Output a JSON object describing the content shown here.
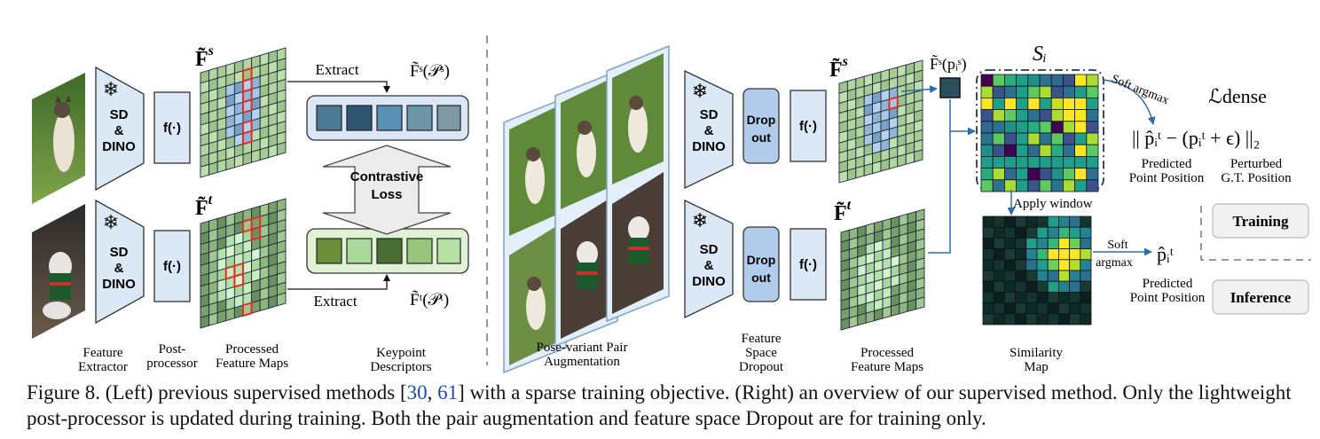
{
  "left": {
    "module_sd_dino": [
      "SD",
      "&",
      "DINO"
    ],
    "module_post": "f(·)",
    "feat_s": "F̃",
    "feat_s_sup": "s",
    "feat_t": "F̃",
    "feat_t_sup": "t",
    "extract_top": "Extract",
    "extract_bottom": "Extract",
    "desc_s": "F̃ˢ(𝒫ˢ)",
    "desc_t": "F̃ᵗ(𝒫ᵗ)",
    "contrastive": [
      "Contrastive",
      "Loss"
    ],
    "labels": {
      "feature_extractor": [
        "Feature",
        "Extractor"
      ],
      "post_processor": [
        "Post-",
        "processor"
      ],
      "processed_maps": [
        "Processed",
        "Feature Maps"
      ],
      "keypoint_desc": [
        "Keypoint",
        "Descriptors"
      ]
    }
  },
  "right": {
    "module_sd_dino": [
      "SD",
      "&",
      "DINO"
    ],
    "dropout": [
      "Drop",
      "out"
    ],
    "module_post": "f(·)",
    "feat_s": "F̃",
    "feat_s_sup": "s",
    "feat_t": "F̃",
    "feat_t_sup": "t",
    "point_feat": "F̃ˢ(pᵢˢ)",
    "si": "Sᵢ",
    "soft_argmax_top": "Soft argmax",
    "l_dense": "ℒdense",
    "formula": "|| p̂ᵢᵗ −  (pᵢᵗ + ϵ) ||₂",
    "predicted": [
      "Predicted",
      "Point Position"
    ],
    "perturbed": [
      "Perturbed",
      "G.T. Position"
    ],
    "apply_window": "Apply window",
    "soft_argmax_bottom": [
      "Soft",
      "argmax"
    ],
    "p_hat": "p̂ᵢᵗ",
    "predicted_bottom": [
      "Predicted",
      "Point Position"
    ],
    "training": "Training",
    "inference": "Inference",
    "labels": {
      "pose_variant": [
        "Pose-variant Pair",
        "Augmentation"
      ],
      "feature_dropout": [
        "Feature",
        "Space",
        "Dropout"
      ],
      "processed_maps": [
        "Processed",
        "Feature Maps"
      ],
      "similarity": [
        "Similarity",
        "Map"
      ]
    }
  },
  "caption": {
    "prefix": "Figure 8. (Left) previous supervised methods [",
    "ref1": "30",
    "sep": ", ",
    "ref2": "61",
    "suffix": "] with a sparse training objective. (Right) an overview of our supervised method. Only the lightweight post-processor is updated during training. Both the pair augmentation and feature space Dropout are for training only."
  },
  "colors": {
    "module_fill": "#dbe8f5",
    "dropout_fill": "#b2ccec",
    "desc_box_s": "#dbe7f6",
    "desc_box_t": "#e0f2d6",
    "grid_line": "#1e2a40",
    "red_box": "#e0302a",
    "link_blue": "#1f49b8",
    "arrow_blue": "#2f6ea8"
  }
}
